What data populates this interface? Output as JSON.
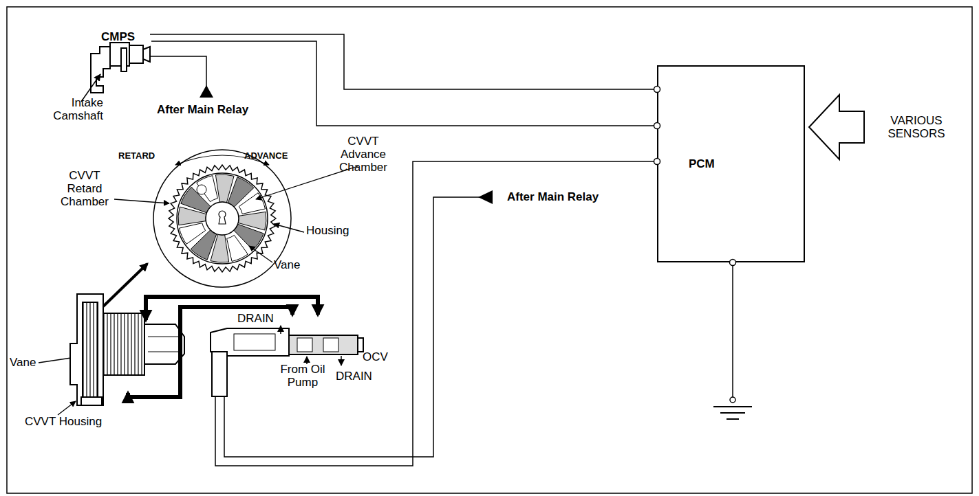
{
  "diagram": {
    "nodes": [
      {
        "text": [
          "CMPS"
        ]
      },
      {
        "text": [
          "PCM"
        ]
      },
      {
        "text": [
          "OCV"
        ]
      }
    ],
    "edges": [
      {
        "from": 0,
        "to": 1,
        "arrow": "none"
      },
      {
        "from": 0,
        "to": 1,
        "arrow": "none"
      },
      {
        "from": 2,
        "to": 1,
        "arrow": "none"
      }
    ],
    "labels": [
      "Intake Camshaft",
      "After Main Relay",
      "RETARD",
      "ADVANCE",
      "CVVT Advance Chamber",
      "CVVT Retard Chamber",
      "Housing",
      "Vane",
      "After Main Relay",
      "VARIOUS SENSORS",
      "Vane",
      "CVVT Housing",
      "DRAIN",
      "From Oil Pump",
      "DRAIN"
    ]
  }
}
